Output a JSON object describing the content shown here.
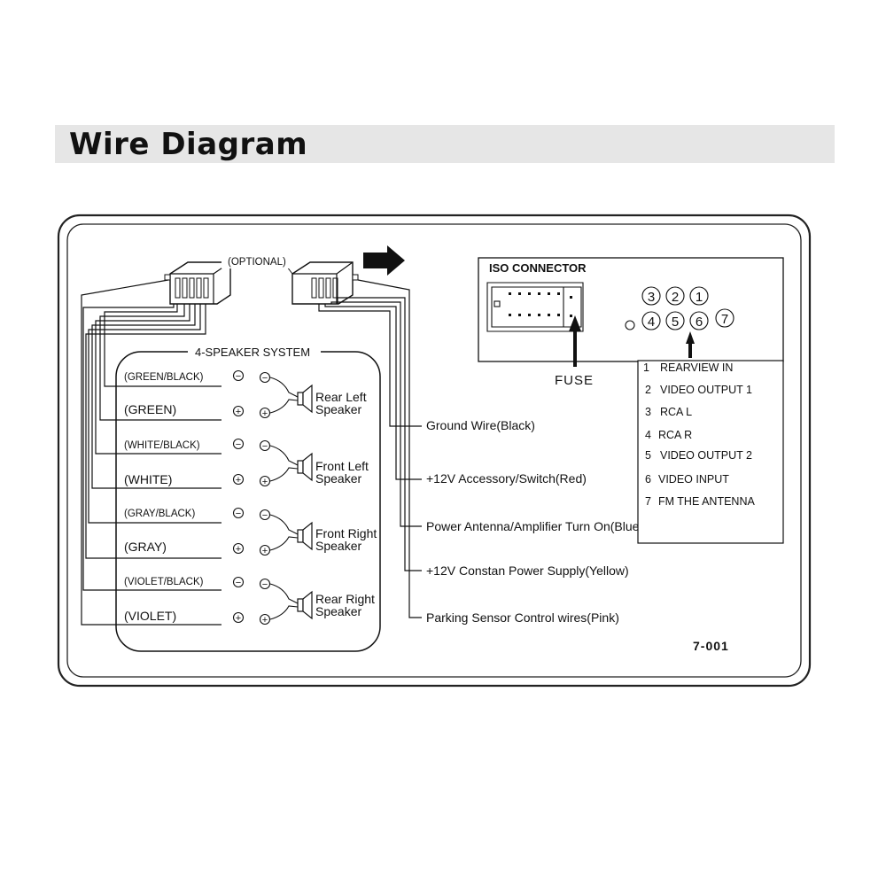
{
  "header": {
    "title": "Wire Diagram"
  },
  "optional_label": "(OPTIONAL)",
  "speaker_system_label": "4-SPEAKER SYSTEM",
  "wire_labels": [
    "(GREEN/BLACK)",
    "(GREEN)",
    "(WHITE/BLACK)",
    "(WHITE)",
    "(GRAY/BLACK)",
    "(GRAY)",
    "(VIOLET/BLACK)",
    "(VIOLET)"
  ],
  "speakers": [
    {
      "line1": "Rear Left",
      "line2": "Speaker"
    },
    {
      "line1": "Front Left",
      "line2": "Speaker"
    },
    {
      "line1": "Front Right",
      "line2": "Speaker"
    },
    {
      "line1": "Rear Right",
      "line2": "Speaker"
    }
  ],
  "power_wires": [
    "Ground  Wire(Black)",
    "+12V Accessory/Switch(Red)",
    "Power Antenna/Amplifier Turn On(Blue)",
    "+12V Constan Power Supply(Yellow)",
    "Parking Sensor Control wires(Pink)"
  ],
  "iso_connector": {
    "title": "ISO CONNECTOR",
    "fuse_label": "FUSE"
  },
  "pin_numbers": [
    "3",
    "2",
    "1",
    "4",
    "5",
    "6",
    "7"
  ],
  "pin_legend": [
    {
      "num": "1",
      "text": "REARVIEW IN"
    },
    {
      "num": "2",
      "text": "VIDEO OUTPUT  1"
    },
    {
      "num": "3",
      "text": "RCA L"
    },
    {
      "num": "4",
      "text": "RCA R"
    },
    {
      "num": "5",
      "text": "VIDEO OUTPUT  2"
    },
    {
      "num": "6",
      "text": "VIDEO  INPUT"
    },
    {
      "num": "7",
      "text": "FM THE ANTENNA"
    }
  ],
  "figure_code": "7-001",
  "polarity": {
    "negative": "−",
    "positive": "+"
  }
}
